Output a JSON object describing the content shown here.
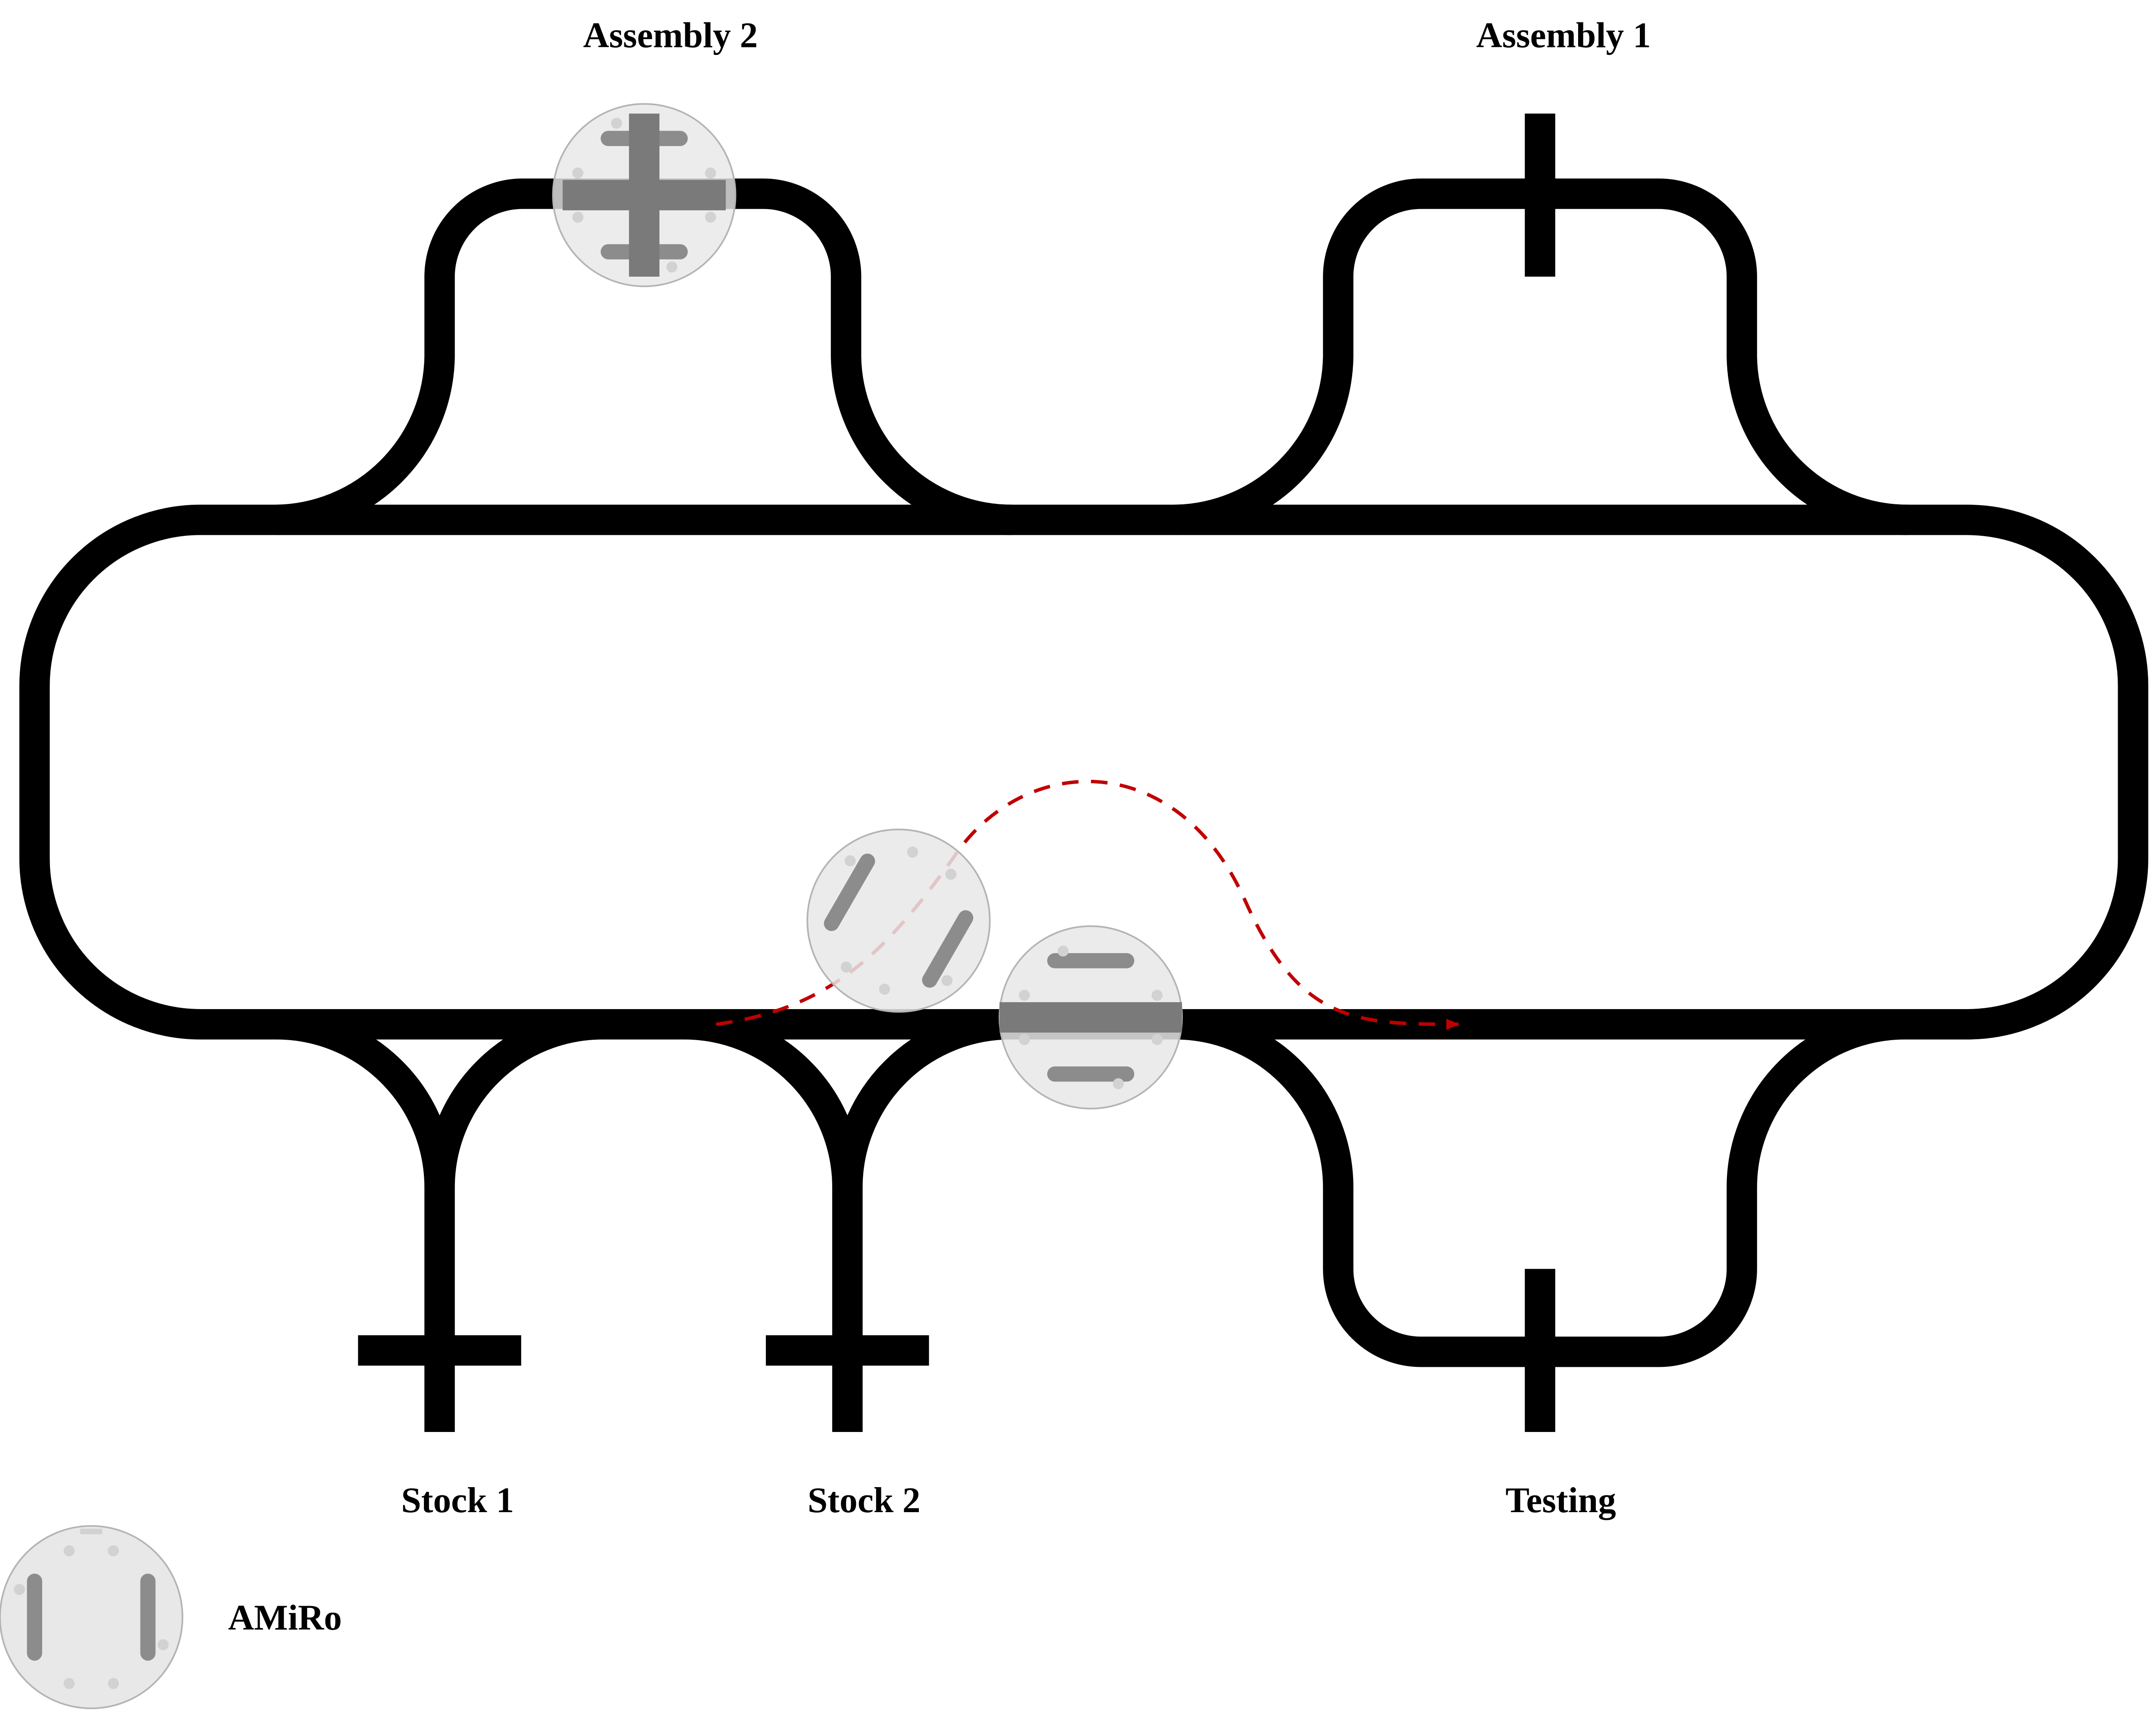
{
  "stations": {
    "assembly2": "Assembly 2",
    "assembly1": "Assembly 1",
    "stock1": "Stock 1",
    "stock2": "Stock 2",
    "testing": "Testing"
  },
  "legend": {
    "robot_label": "AMiRo"
  },
  "colors": {
    "track": "#000000",
    "robot_body": "#e8e8e8",
    "robot_wheel": "#8c8c8c",
    "path": "#c00000"
  },
  "icons": {
    "robot": "amiro-robot-icon",
    "station_marker": "station-cross-icon",
    "path_arrow": "arrowhead-icon"
  }
}
